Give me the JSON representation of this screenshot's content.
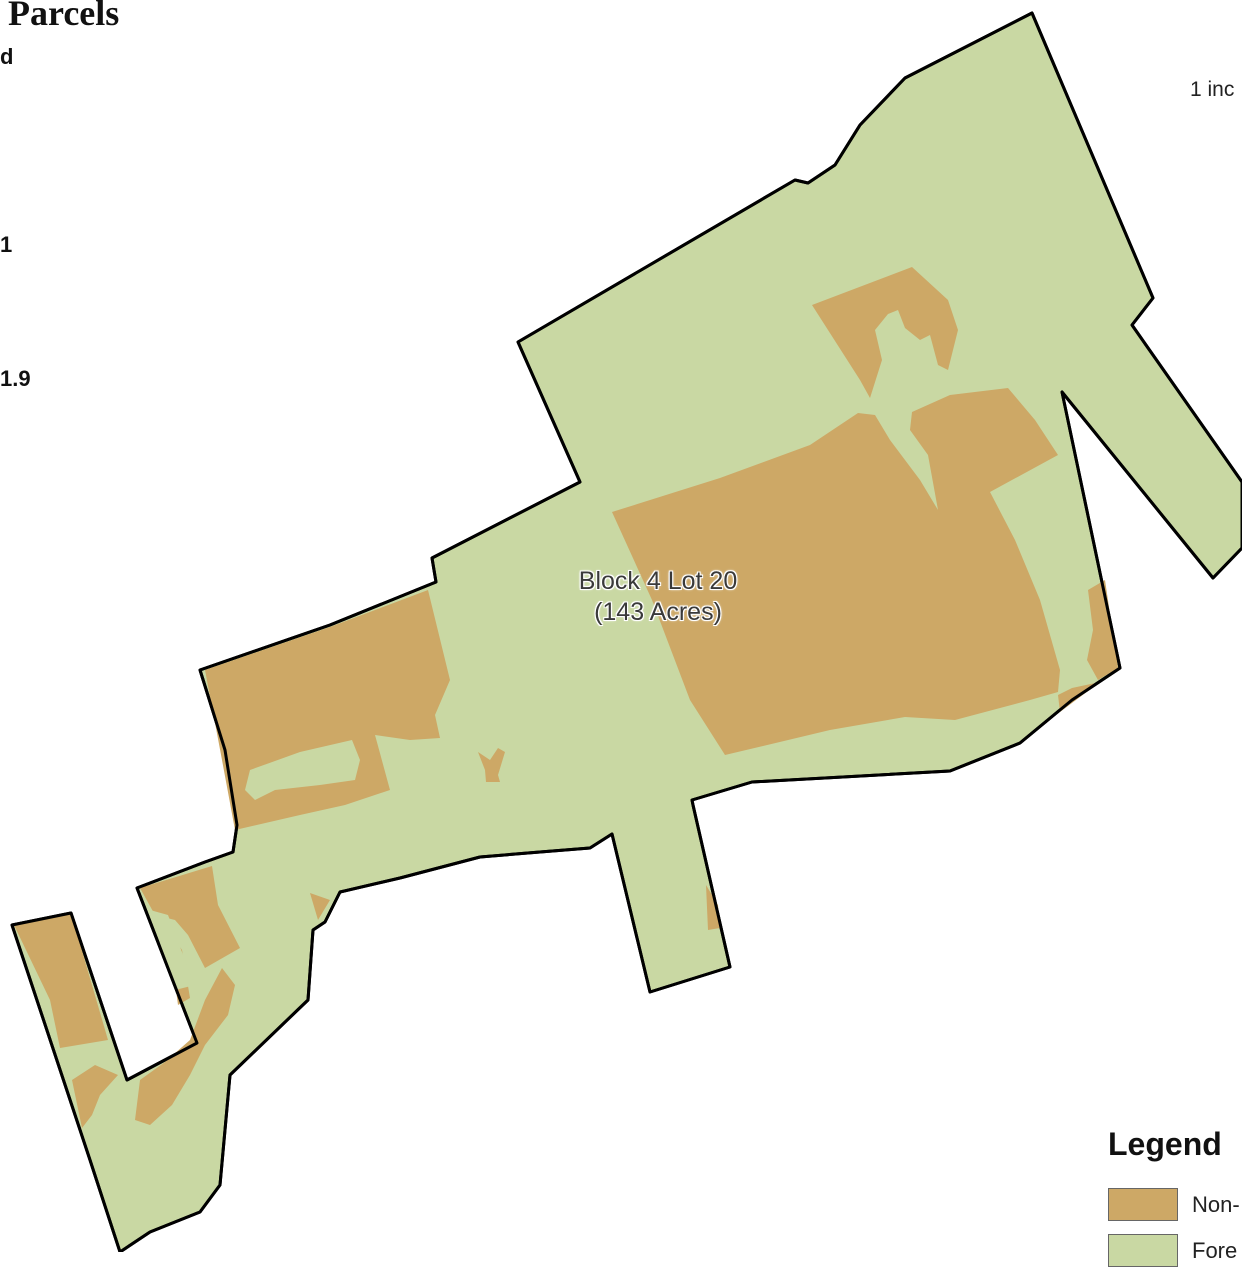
{
  "map": {
    "title": "Parcels",
    "title_fragment_1": "d",
    "title_fragment_2": "1",
    "title_fragment_3": "1.9",
    "scale_text": "1 inc",
    "parcel": {
      "name": "Block 4 Lot 20",
      "area": "(143 Acres)"
    }
  },
  "legend": {
    "title": "Legend",
    "items": [
      {
        "label": "Non-",
        "color": "#cda866"
      },
      {
        "label": "Fore",
        "color": "#c9d8a3"
      }
    ]
  },
  "colors": {
    "forest": "#c9d8a3",
    "non_forest": "#cda866",
    "boundary": "#000000"
  }
}
